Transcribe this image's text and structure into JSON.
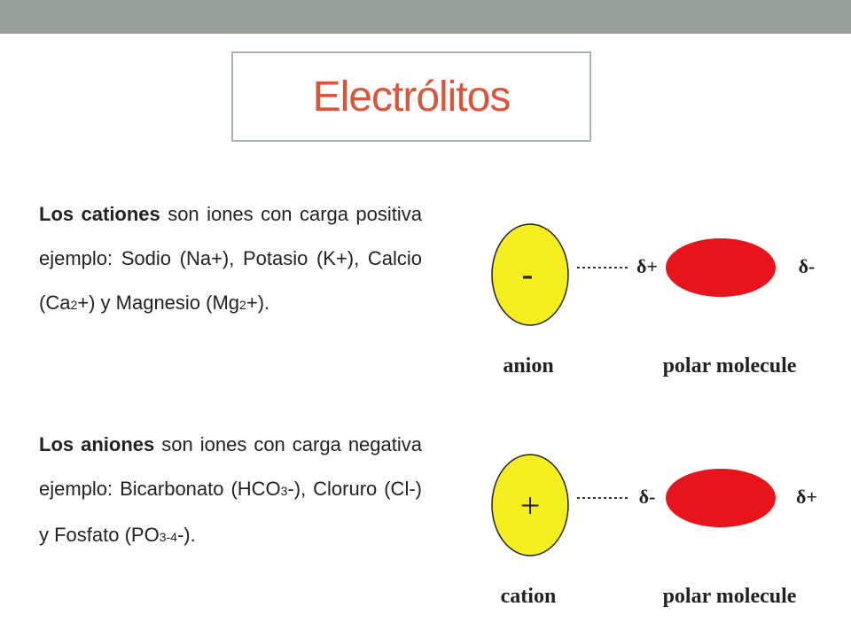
{
  "slide": {
    "title": "Electrólitos"
  },
  "cations": {
    "term": "Los cationes",
    "t1": " son iones con carga positiva ejemplo:  Sodio (Na+), Potasio (K+), Calcio (Ca",
    "s1": "2",
    "t2": "+) y Magnesio (Mg",
    "s2": "2",
    "t3": "+)."
  },
  "anions": {
    "term": "Los aniones",
    "t1": " son iones con carga negativa ejemplo: Bicarbonato (HCO",
    "s1": "3",
    "t2": "-), Cloruro (Cl-) y Fosfato (PO",
    "s2": "3-4",
    "t3": "-)."
  },
  "diagram_top": {
    "ion_symbol": "-",
    "ion_label": "anion",
    "delta_left": "δ+",
    "delta_right": "δ-",
    "molecule_label": "polar molecule"
  },
  "diagram_bottom": {
    "ion_symbol": "+",
    "ion_label": "cation",
    "delta_left": "δ-",
    "delta_right": "δ+",
    "molecule_label": "polar molecule"
  },
  "colors": {
    "title": "#d9553c",
    "top_bar": "#95a39a",
    "ion_fill": "#f5ee1e",
    "molecule_fill": "#e8141b"
  }
}
